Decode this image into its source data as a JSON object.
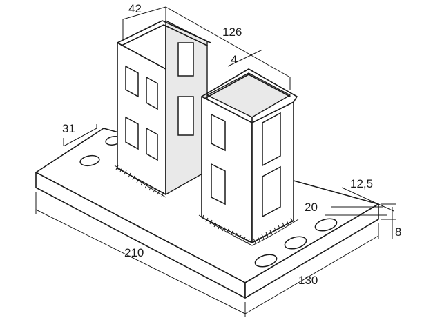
{
  "dimensions": {
    "post_width": "42",
    "post_spacing": "126",
    "wall_thickness": "4",
    "edge_distance": "31",
    "hole_offset": "12,5",
    "hole_pitch": "20",
    "plate_thickness": "8",
    "plate_length": "210",
    "plate_width": "130"
  }
}
